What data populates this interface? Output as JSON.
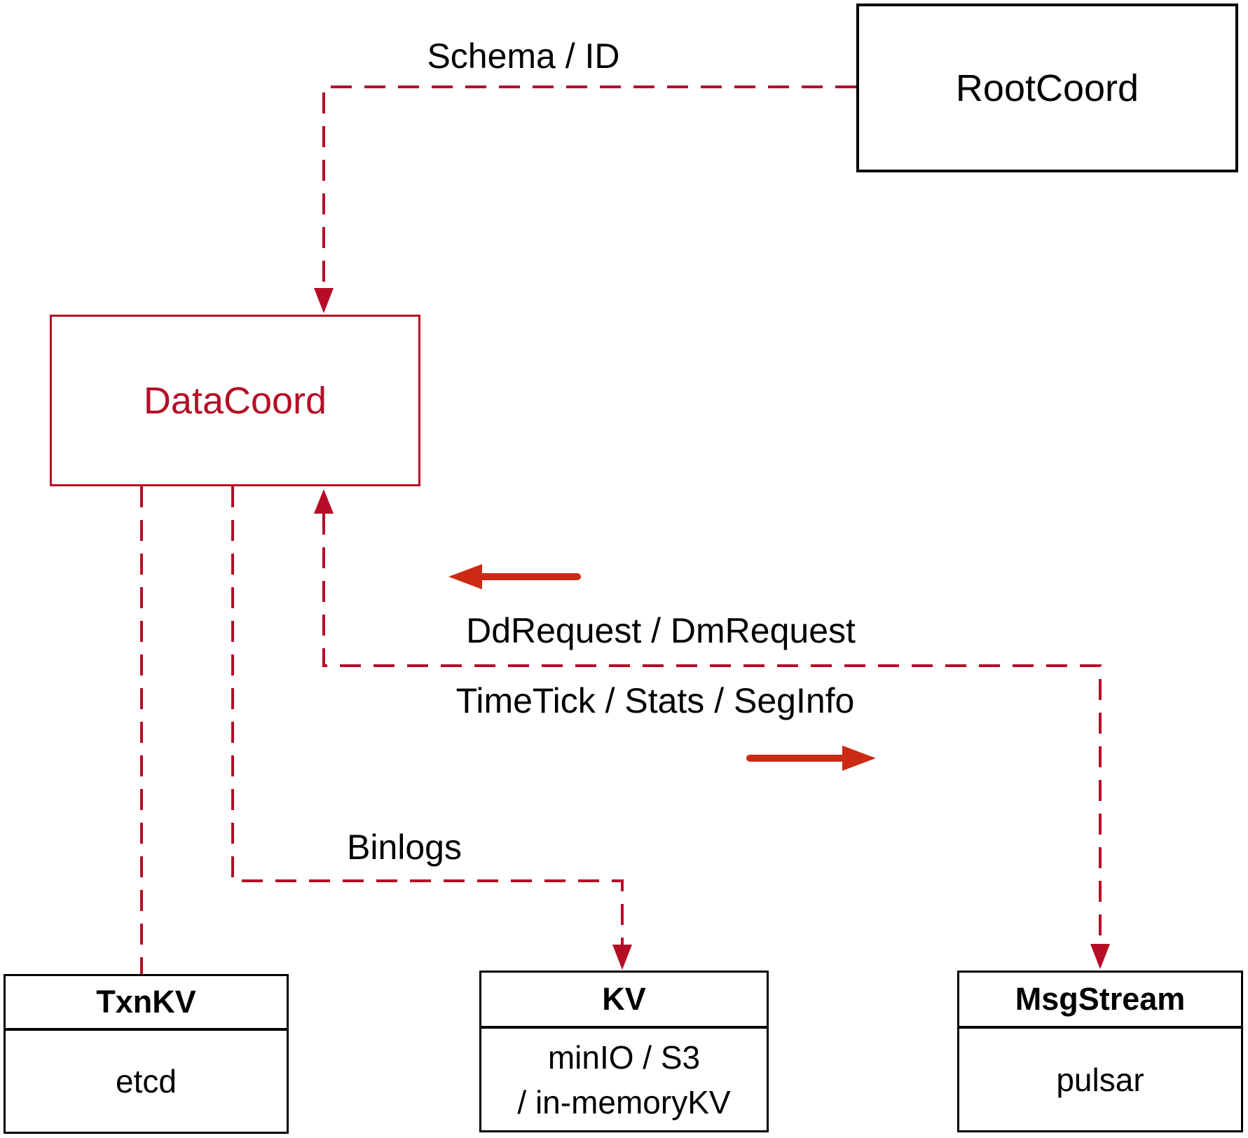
{
  "colors": {
    "connector_red": "#b60d26",
    "arrow_red": "#cc2a14",
    "ink": "#000000",
    "bg": "#ffffff"
  },
  "nodes": {
    "rootcoord": {
      "label": "RootCoord"
    },
    "datacoord": {
      "label": "DataCoord"
    },
    "txnkv": {
      "title": "TxnKV",
      "body": "etcd"
    },
    "kv": {
      "title": "KV",
      "body_line1": "minIO / S3",
      "body_line2": "/ in-memoryKV"
    },
    "msgstream": {
      "title": "MsgStream",
      "body": "pulsar"
    }
  },
  "edge_labels": {
    "schema_id": "Schema / ID",
    "dd_request": "DdRequest / DmRequest",
    "time_tick": "TimeTick / Stats / SegInfo",
    "binlogs": "Binlogs"
  }
}
